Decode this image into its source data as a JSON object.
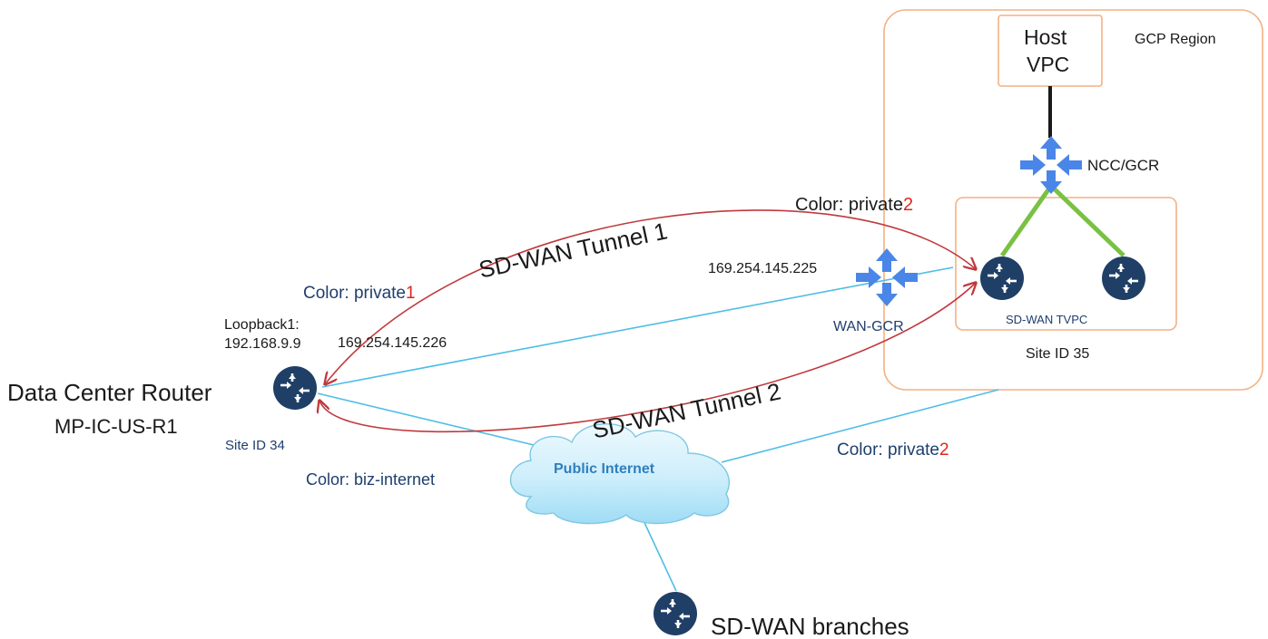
{
  "colors": {
    "orange": "#f4b183",
    "router_blue": "#1f3f66",
    "cloud_gateway_blue": "#4a86e8",
    "link_cyan": "#4fbde6",
    "tunnel_red": "#c0393d",
    "green": "#7ac143",
    "accent_red": "#e0241b"
  },
  "gcp": {
    "region_label": "GCP Region",
    "host_vpc_line1": "Host",
    "host_vpc_line2": "VPC",
    "ncc_label": "NCC/GCR",
    "tvpc_label": "SD-WAN TVPC",
    "site_id": "Site ID 35",
    "wan_gcr_label": "WAN-GCR",
    "wan_gcr_ip": "169.254.145.225",
    "color_private2_top_prefix": "Color: private",
    "color_private2_top_num": "2"
  },
  "dc": {
    "title": "Data Center Router",
    "name": "MP-IC-US-R1",
    "site_id": "Site ID 34",
    "loopback_line1": "Loopback1:",
    "loopback_line2": "192.168.9.9",
    "ip": "169.254.145.226",
    "color_private1_prefix": "Color: private",
    "color_private1_num": "1",
    "color_biz": "Color: biz-internet"
  },
  "tunnels": {
    "tunnel1": "SD-WAN Tunnel 1",
    "tunnel2": "SD-WAN Tunnel 2"
  },
  "internet": {
    "cloud_label": "Public Internet",
    "color_private2_prefix": "Color: private",
    "color_private2_num": "2"
  },
  "branches": {
    "label": "SD-WAN branches"
  },
  "icons": [
    "router-icon",
    "cloud-gateway-icon",
    "cloud-icon"
  ]
}
